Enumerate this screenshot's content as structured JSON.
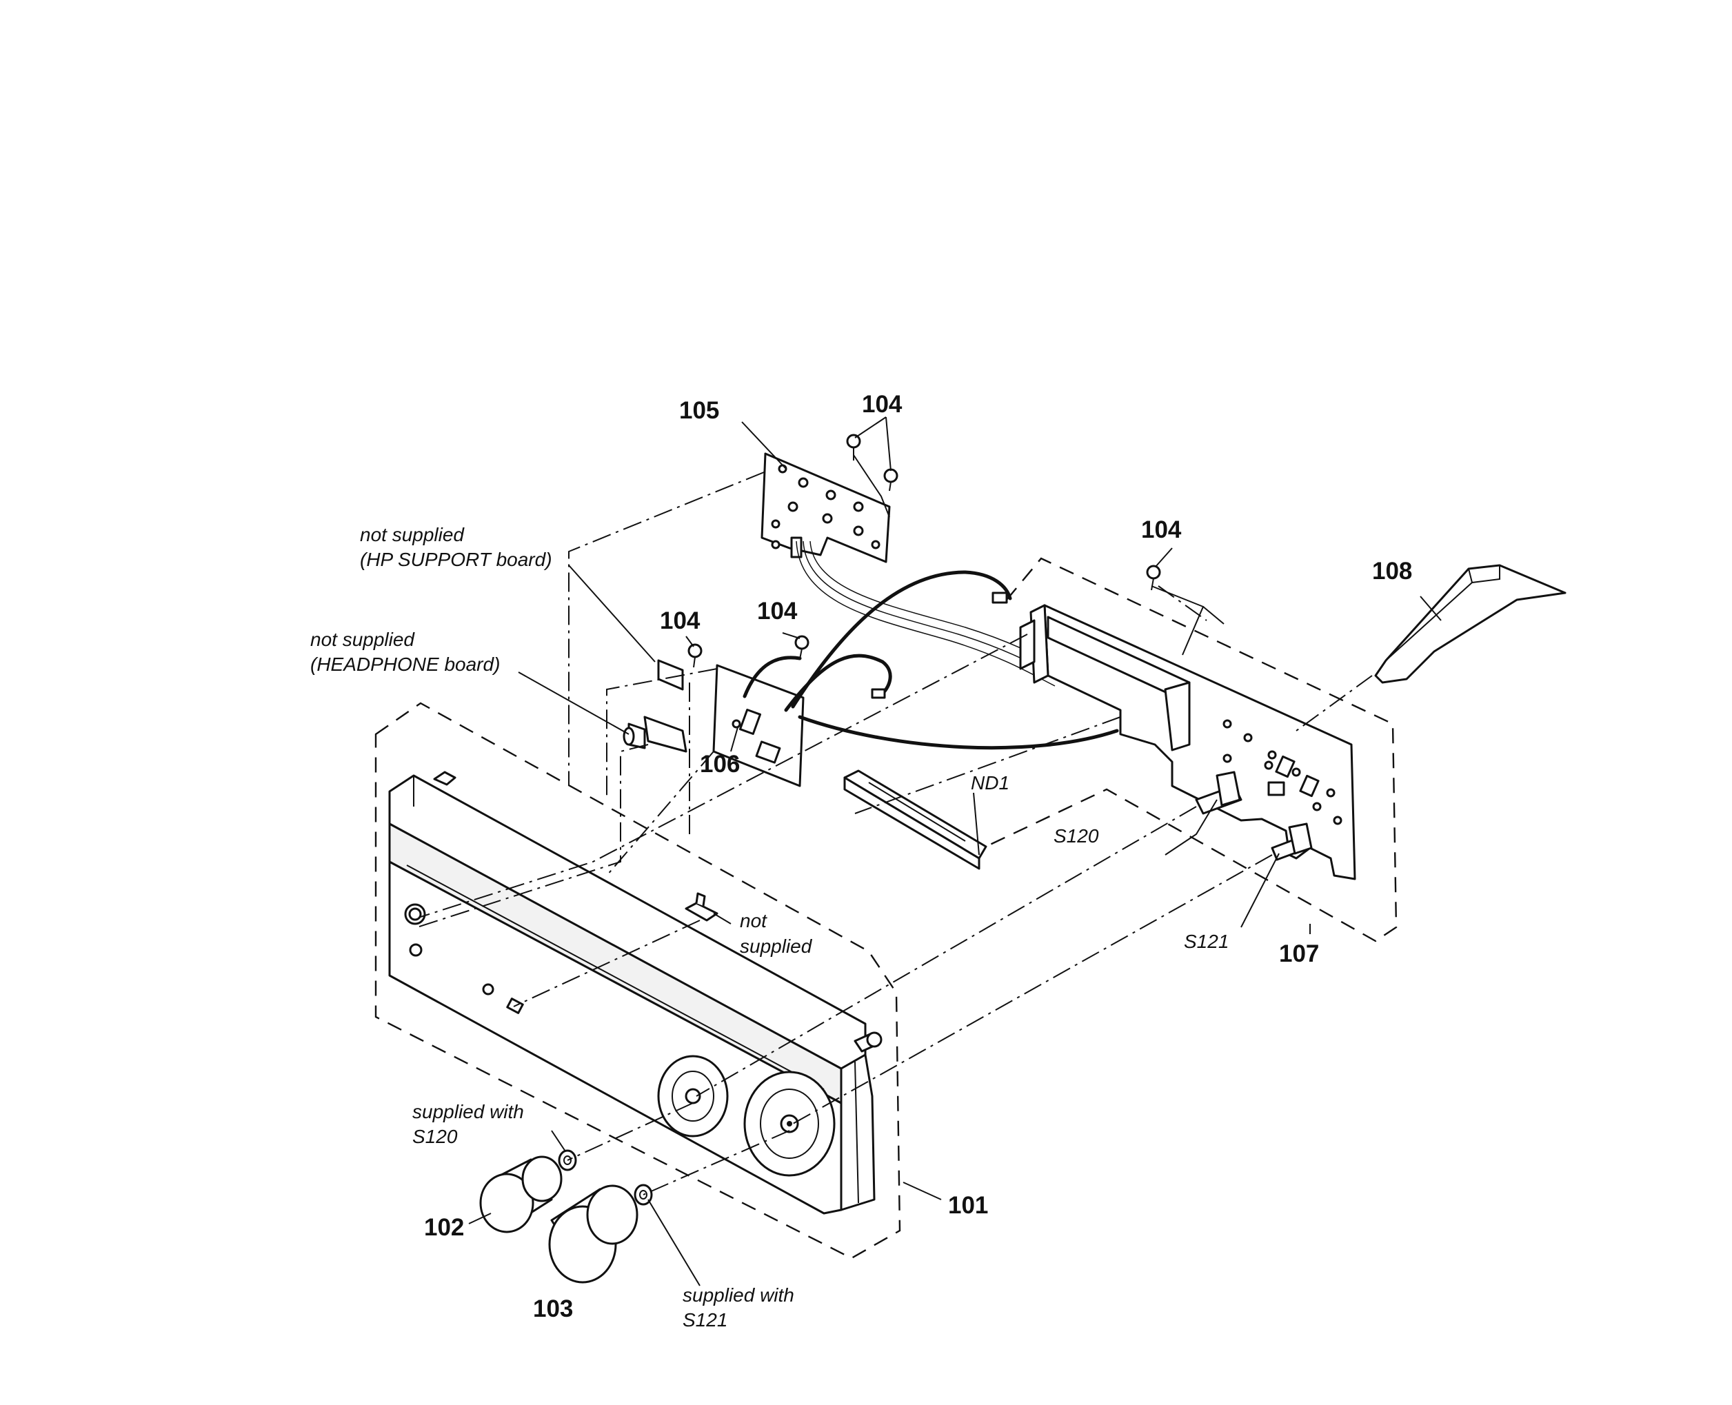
{
  "labels": {
    "n101": "101",
    "n102": "102",
    "n103": "103",
    "n104a": "104",
    "n104b": "104",
    "n104c": "104",
    "n104d": "104",
    "n105": "105",
    "n106": "106",
    "n107": "107",
    "n108": "108",
    "nd1": "ND1",
    "s120": "S120",
    "s121": "S121"
  },
  "notes": {
    "hp_support_line1": "not supplied",
    "hp_support_line2": "(HP SUPPORT board)",
    "headphone_line1": "not supplied",
    "headphone_line2": "(HEADPHONE board)",
    "clip_line1": "not",
    "clip_line2": "supplied",
    "washer_s120_line1": "supplied with",
    "washer_s120_line2": "S120",
    "washer_s121_line1": "supplied with",
    "washer_s121_line2": "S121"
  }
}
